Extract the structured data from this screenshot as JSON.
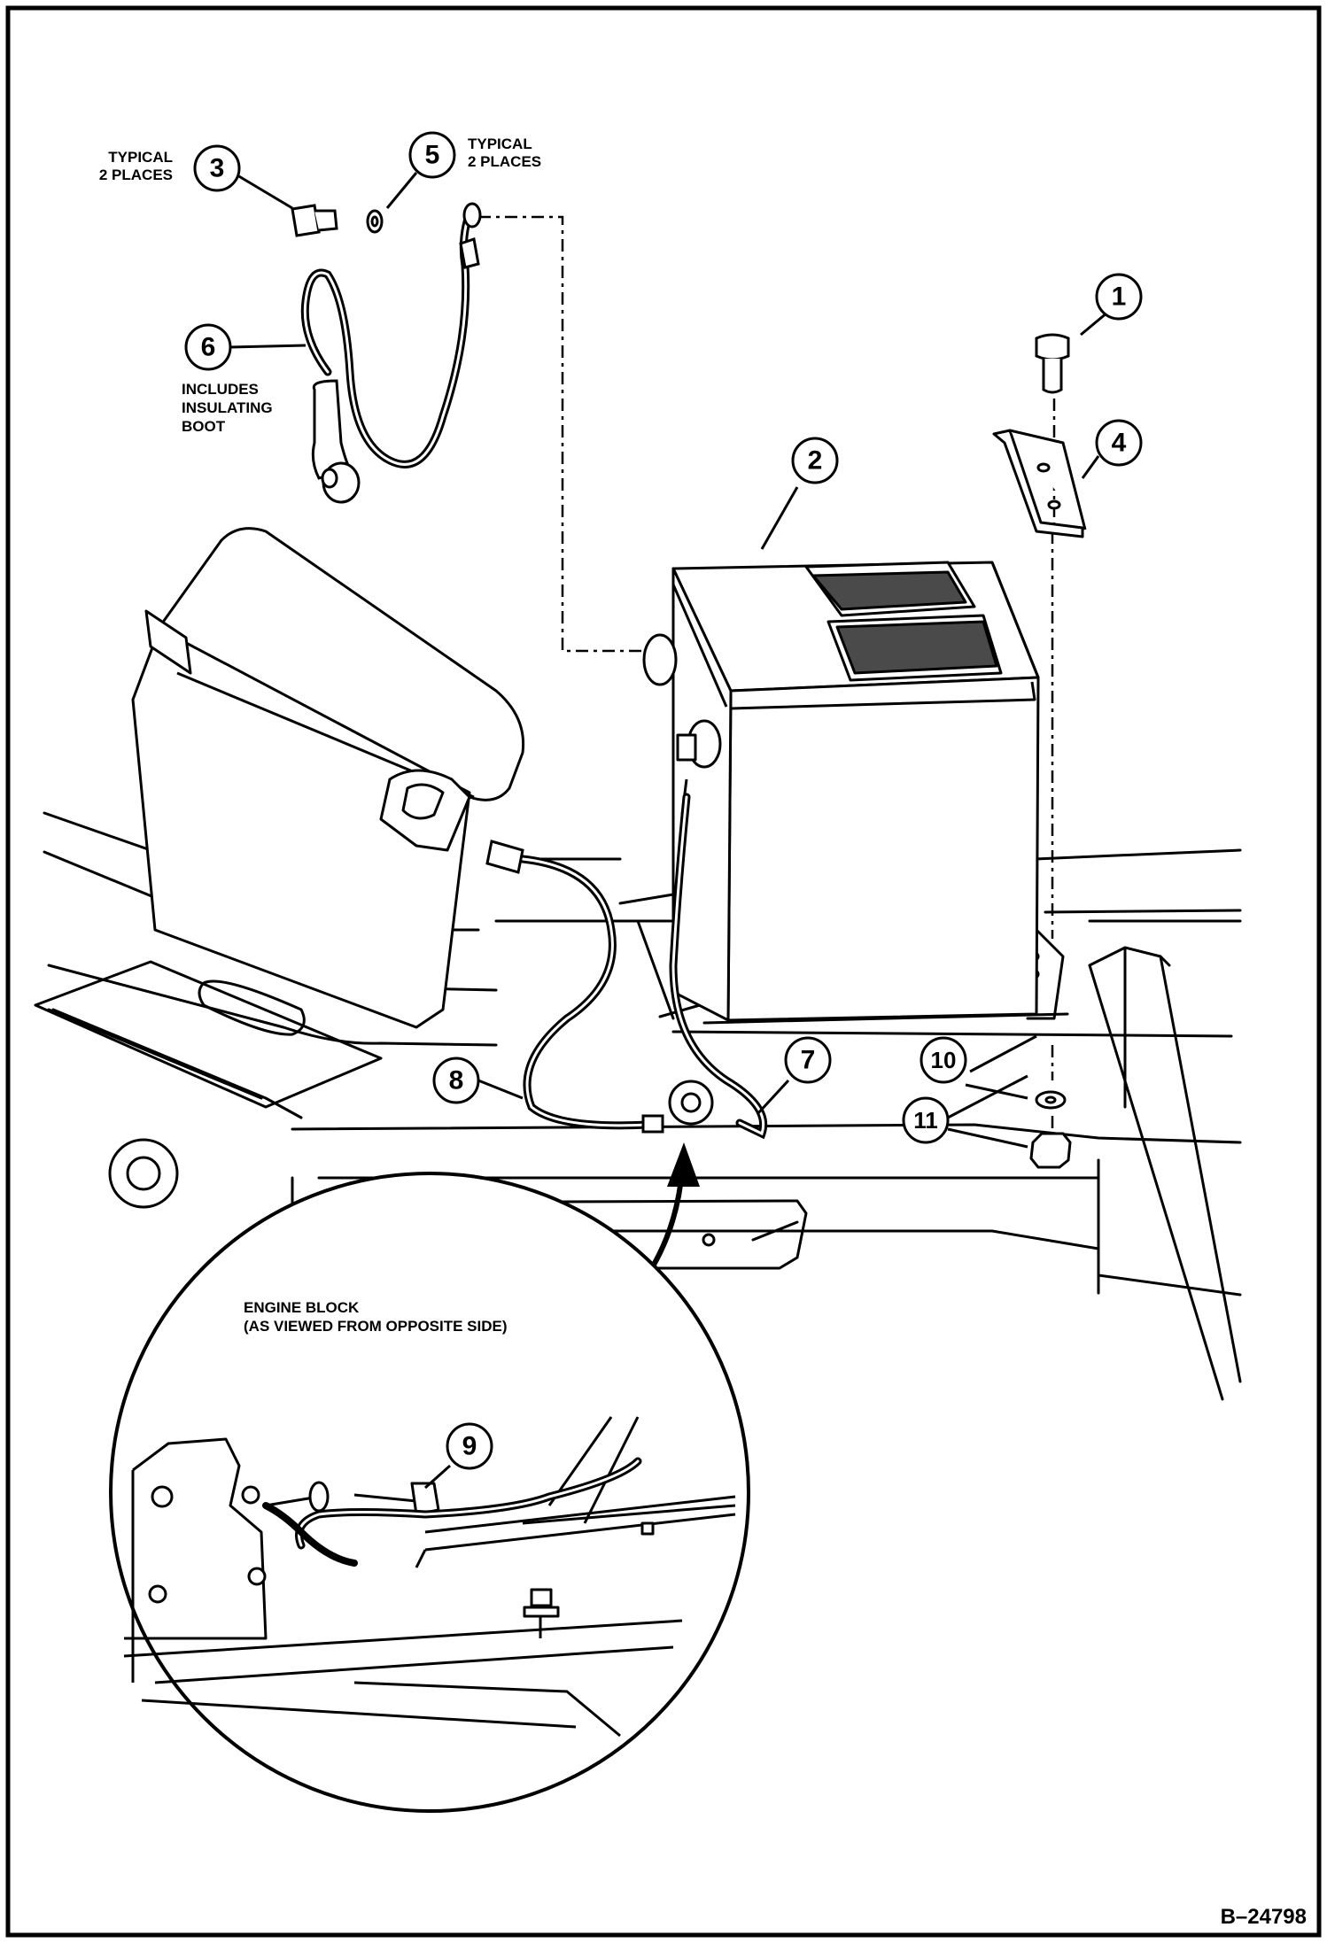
{
  "figure_id": "B–24798",
  "callouts": [
    {
      "number": "1"
    },
    {
      "number": "2"
    },
    {
      "number": "3",
      "note": [
        "TYPICAL",
        "2 PLACES"
      ]
    },
    {
      "number": "4"
    },
    {
      "number": "5",
      "note": [
        "TYPICAL",
        "2 PLACES"
      ]
    },
    {
      "number": "6",
      "note": [
        "INCLUDES",
        "INSULATING",
        "BOOT"
      ]
    },
    {
      "number": "7"
    },
    {
      "number": "8"
    },
    {
      "number": "9"
    },
    {
      "number": "10"
    },
    {
      "number": "11"
    }
  ],
  "detail_view": {
    "title_line1": "ENGINE BLOCK",
    "title_line2": "(AS VIEWED FROM OPPOSITE SIDE)"
  }
}
